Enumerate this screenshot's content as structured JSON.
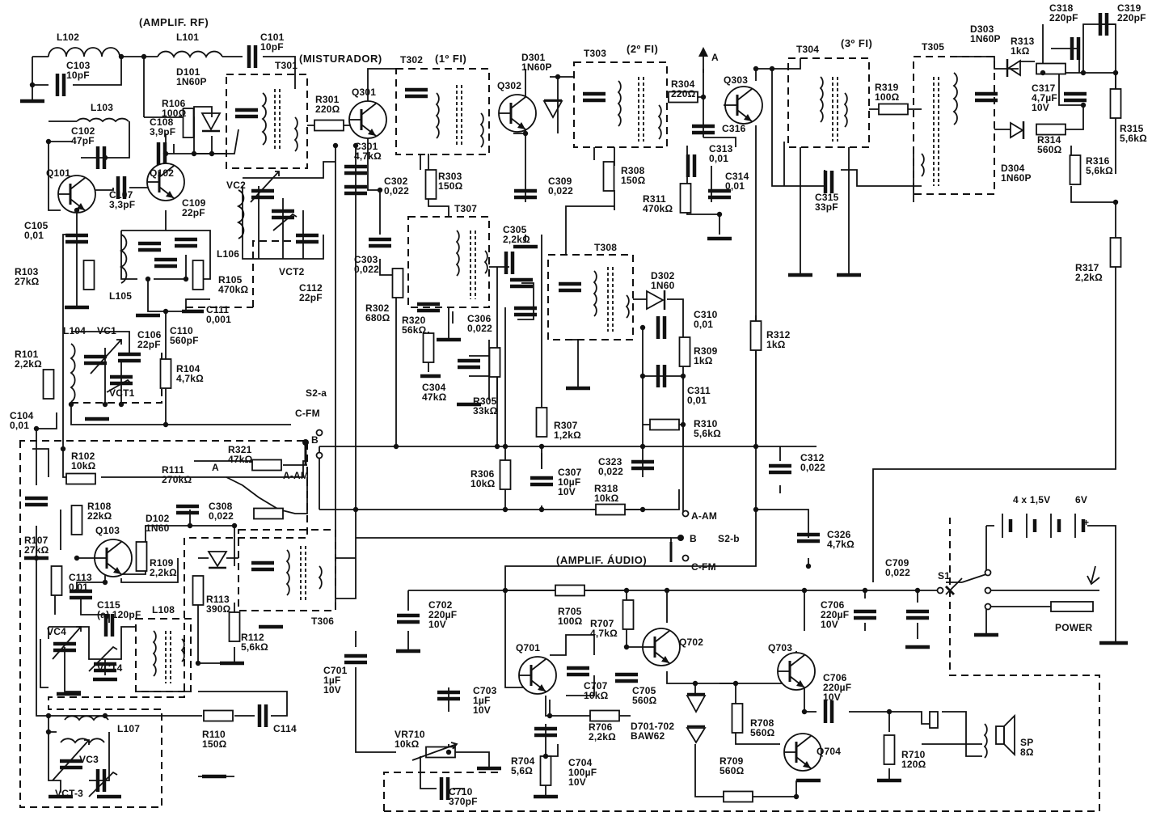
{
  "sections": {
    "rf_amp": "(AMPLIF. RF)",
    "mixer": "(MISTURADOR)",
    "if1": "(1º FI)",
    "if2": "(2º FI)",
    "if3": "(3º FI)",
    "audio_amp": "(AMPLIF. ÁUDIO)"
  },
  "battery": {
    "cells": "4 x 1,5V",
    "voltage": "6V",
    "plus": "+"
  },
  "switch": {
    "s1": "S1",
    "power": "POWER",
    "s2a": "S2-a",
    "s2b": "S2-b",
    "c_fm_top": "C-FM",
    "c_fm_bottom": "C-FM",
    "a_am_top": "A-AM",
    "a_am_bottom": "A-AM",
    "node_b_top": "B",
    "node_b_bottom": "B",
    "node_a_left": "A",
    "node_a_top": "A"
  },
  "components": [
    {
      "id": "L102",
      "lines": [
        "L102"
      ]
    },
    {
      "id": "L101",
      "lines": [
        "L101"
      ]
    },
    {
      "id": "C101",
      "lines": [
        "C101",
        "10pF"
      ]
    },
    {
      "id": "C103",
      "lines": [
        "C103",
        "10pF"
      ]
    },
    {
      "id": "L103",
      "lines": [
        "L103"
      ]
    },
    {
      "id": "C102",
      "lines": [
        "C102",
        "47pF"
      ]
    },
    {
      "id": "D101",
      "lines": [
        "D101",
        "1N60P"
      ]
    },
    {
      "id": "R106",
      "lines": [
        "R106",
        "100Ω"
      ]
    },
    {
      "id": "C108",
      "lines": [
        "C108",
        "3,9pF"
      ]
    },
    {
      "id": "T301",
      "lines": [
        "T301"
      ]
    },
    {
      "id": "R301",
      "lines": [
        "R301",
        "220Ω"
      ]
    },
    {
      "id": "Q301",
      "lines": [
        "Q301"
      ]
    },
    {
      "id": "C301",
      "lines": [
        "C301",
        "4,7kΩ"
      ]
    },
    {
      "id": "T302",
      "lines": [
        "T302"
      ]
    },
    {
      "id": "D301",
      "lines": [
        "D301",
        "1N60P"
      ]
    },
    {
      "id": "Q302",
      "lines": [
        "Q302"
      ]
    },
    {
      "id": "T303",
      "lines": [
        "T303"
      ]
    },
    {
      "id": "R304",
      "lines": [
        "R304",
        "220Ω"
      ]
    },
    {
      "id": "Q303",
      "lines": [
        "Q303"
      ]
    },
    {
      "id": "C316",
      "lines": [
        "C316"
      ]
    },
    {
      "id": "T304",
      "lines": [
        "T304"
      ]
    },
    {
      "id": "R319",
      "lines": [
        "R319",
        "100Ω"
      ]
    },
    {
      "id": "T305",
      "lines": [
        "T305"
      ]
    },
    {
      "id": "D303",
      "lines": [
        "D303",
        "1N60P"
      ]
    },
    {
      "id": "R313",
      "lines": [
        "R313",
        "1kΩ"
      ]
    },
    {
      "id": "C318",
      "lines": [
        "C318",
        "220pF"
      ]
    },
    {
      "id": "C319",
      "lines": [
        "C319",
        "220pF"
      ]
    },
    {
      "id": "C317",
      "lines": [
        "C317",
        "4,7µF",
        "10V"
      ]
    },
    {
      "id": "R314",
      "lines": [
        "R314",
        "560Ω"
      ]
    },
    {
      "id": "D304",
      "lines": [
        "D304",
        "1N60P"
      ]
    },
    {
      "id": "R315",
      "lines": [
        "R315",
        "5,6kΩ"
      ]
    },
    {
      "id": "R316",
      "lines": [
        "R316",
        "5,6kΩ"
      ]
    },
    {
      "id": "R317",
      "lines": [
        "R317",
        "2,2kΩ"
      ]
    },
    {
      "id": "Q101",
      "lines": [
        "Q101"
      ]
    },
    {
      "id": "C107",
      "lines": [
        "C107",
        "3,3pF"
      ]
    },
    {
      "id": "Q102",
      "lines": [
        "Q102"
      ]
    },
    {
      "id": "C109",
      "lines": [
        "C109",
        "22pF"
      ]
    },
    {
      "id": "VC2",
      "lines": [
        "VC2"
      ]
    },
    {
      "id": "C105",
      "lines": [
        "C105",
        "0,01"
      ]
    },
    {
      "id": "R103",
      "lines": [
        "R103",
        "27kΩ"
      ]
    },
    {
      "id": "L106",
      "lines": [
        "L106"
      ]
    },
    {
      "id": "VCT2",
      "lines": [
        "VCT2"
      ]
    },
    {
      "id": "R105",
      "lines": [
        "R105",
        "470kΩ"
      ]
    },
    {
      "id": "L105",
      "lines": [
        "L105"
      ]
    },
    {
      "id": "C112",
      "lines": [
        "C112",
        "22pF"
      ]
    },
    {
      "id": "C111",
      "lines": [
        "C111",
        "0,001"
      ]
    },
    {
      "id": "C110",
      "lines": [
        "C110",
        "560pF"
      ]
    },
    {
      "id": "L104",
      "lines": [
        "L104"
      ]
    },
    {
      "id": "VC1",
      "lines": [
        "VC1"
      ]
    },
    {
      "id": "C106",
      "lines": [
        "C106",
        "22pF"
      ]
    },
    {
      "id": "R101",
      "lines": [
        "R101",
        "2,2kΩ"
      ]
    },
    {
      "id": "R104",
      "lines": [
        "R104",
        "4,7kΩ"
      ]
    },
    {
      "id": "VCT1",
      "lines": [
        "VCT1"
      ]
    },
    {
      "id": "C104",
      "lines": [
        "C104",
        "0,01"
      ]
    },
    {
      "id": "R102",
      "lines": [
        "R102",
        "10kΩ"
      ]
    },
    {
      "id": "R111",
      "lines": [
        "R111",
        "270kΩ"
      ]
    },
    {
      "id": "R321",
      "lines": [
        "R321",
        "47kΩ"
      ]
    },
    {
      "id": "C302",
      "lines": [
        "C302",
        "0,022"
      ]
    },
    {
      "id": "C303",
      "lines": [
        "C303",
        "0,022"
      ]
    },
    {
      "id": "R302",
      "lines": [
        "R302",
        "680Ω"
      ]
    },
    {
      "id": "R303",
      "lines": [
        "R303",
        "150Ω"
      ]
    },
    {
      "id": "T307",
      "lines": [
        "T307"
      ]
    },
    {
      "id": "C305",
      "lines": [
        "C305",
        "2,2kΩ"
      ]
    },
    {
      "id": "R320",
      "lines": [
        "R320",
        "56kΩ"
      ]
    },
    {
      "id": "C306",
      "lines": [
        "C306",
        "0,022"
      ]
    },
    {
      "id": "C304",
      "lines": [
        "C304",
        "47kΩ"
      ]
    },
    {
      "id": "R305",
      "lines": [
        "R305",
        "33kΩ"
      ]
    },
    {
      "id": "C309",
      "lines": [
        "C309",
        "0,022"
      ]
    },
    {
      "id": "R308",
      "lines": [
        "R308",
        "150Ω"
      ]
    },
    {
      "id": "C313",
      "lines": [
        "C313",
        "0,01"
      ]
    },
    {
      "id": "C314",
      "lines": [
        "C314",
        "0,01"
      ]
    },
    {
      "id": "R311",
      "lines": [
        "R311",
        "470kΩ"
      ]
    },
    {
      "id": "C315",
      "lines": [
        "C315",
        "33pF"
      ]
    },
    {
      "id": "T308",
      "lines": [
        "T308"
      ]
    },
    {
      "id": "D302",
      "lines": [
        "D302",
        "1N60"
      ]
    },
    {
      "id": "C310",
      "lines": [
        "C310",
        "0,01"
      ]
    },
    {
      "id": "R309",
      "lines": [
        "R309",
        "1kΩ"
      ]
    },
    {
      "id": "C311",
      "lines": [
        "C311",
        "0,01"
      ]
    },
    {
      "id": "R312",
      "lines": [
        "R312",
        "1kΩ"
      ]
    },
    {
      "id": "R310",
      "lines": [
        "R310",
        "5,6kΩ"
      ]
    },
    {
      "id": "R307",
      "lines": [
        "R307",
        "1,2kΩ"
      ]
    },
    {
      "id": "C323",
      "lines": [
        "C323",
        "0,022"
      ]
    },
    {
      "id": "C312",
      "lines": [
        "C312",
        "0,022"
      ]
    },
    {
      "id": "R306",
      "lines": [
        "R306",
        "10kΩ"
      ]
    },
    {
      "id": "C307",
      "lines": [
        "C307",
        "10µF",
        "10V"
      ]
    },
    {
      "id": "R318",
      "lines": [
        "R318",
        "10kΩ"
      ]
    },
    {
      "id": "C326",
      "lines": [
        "C326",
        "4,7kΩ"
      ]
    },
    {
      "id": "R108",
      "lines": [
        "R108",
        "22kΩ"
      ]
    },
    {
      "id": "C308",
      "lines": [
        "C308",
        "0,022"
      ]
    },
    {
      "id": "D102",
      "lines": [
        "D102",
        "1N60"
      ]
    },
    {
      "id": "Q103",
      "lines": [
        "Q103"
      ]
    },
    {
      "id": "R107",
      "lines": [
        "R107",
        "27kΩ"
      ]
    },
    {
      "id": "C113",
      "lines": [
        "C113",
        "0,01"
      ]
    },
    {
      "id": "R109",
      "lines": [
        "R109",
        "2,2kΩ"
      ]
    },
    {
      "id": "R113",
      "lines": [
        "R113",
        "390Ω"
      ]
    },
    {
      "id": "T306",
      "lines": [
        "T306"
      ]
    },
    {
      "id": "C115",
      "lines": [
        "C115",
        "(a) 120pF"
      ]
    },
    {
      "id": "L108",
      "lines": [
        "L108"
      ]
    },
    {
      "id": "VC4",
      "lines": [
        "VC4"
      ]
    },
    {
      "id": "VCT4",
      "lines": [
        "VCT4"
      ]
    },
    {
      "id": "R112",
      "lines": [
        "R112",
        "5,6kΩ"
      ]
    },
    {
      "id": "R110",
      "lines": [
        "R110",
        "150Ω"
      ]
    },
    {
      "id": "C114",
      "lines": [
        "C114"
      ]
    },
    {
      "id": "L107",
      "lines": [
        "L107"
      ]
    },
    {
      "id": "VC3",
      "lines": [
        "VC3"
      ]
    },
    {
      "id": "VCT3",
      "lines": [
        "VCT-3"
      ]
    },
    {
      "id": "C701",
      "lines": [
        "C701",
        "1µF",
        "10V"
      ]
    },
    {
      "id": "C702",
      "lines": [
        "C702",
        "220µF",
        "10V"
      ]
    },
    {
      "id": "R705",
      "lines": [
        "R705",
        "100Ω"
      ]
    },
    {
      "id": "R707",
      "lines": [
        "R707",
        "4,7kΩ"
      ]
    },
    {
      "id": "Q702",
      "lines": [
        "Q702"
      ]
    },
    {
      "id": "Q701",
      "lines": [
        "Q701"
      ]
    },
    {
      "id": "C707",
      "lines": [
        "C707",
        "10kΩ"
      ]
    },
    {
      "id": "C705",
      "lines": [
        "C705",
        "560Ω"
      ]
    },
    {
      "id": "Q703",
      "lines": [
        "Q703"
      ]
    },
    {
      "id": "C706a",
      "lines": [
        "C706",
        "220µF",
        "10V"
      ]
    },
    {
      "id": "C706b",
      "lines": [
        "C706",
        "220µF",
        "10V"
      ]
    },
    {
      "id": "C709",
      "lines": [
        "C709",
        "0,022"
      ]
    },
    {
      "id": "C703",
      "lines": [
        "C703",
        "1µF",
        "10V"
      ]
    },
    {
      "id": "R706",
      "lines": [
        "R706",
        "2,2kΩ"
      ]
    },
    {
      "id": "D701",
      "lines": [
        "D701-702",
        "BAW62"
      ]
    },
    {
      "id": "R708",
      "lines": [
        "R708",
        "560Ω"
      ]
    },
    {
      "id": "Q704",
      "lines": [
        "Q704"
      ]
    },
    {
      "id": "VR710",
      "lines": [
        "VR710",
        "10kΩ"
      ]
    },
    {
      "id": "C710",
      "lines": [
        "C710",
        "370pF"
      ]
    },
    {
      "id": "R704",
      "lines": [
        "R704",
        "5,6Ω"
      ]
    },
    {
      "id": "C704",
      "lines": [
        "C704",
        "100µF",
        "10V"
      ]
    },
    {
      "id": "R709",
      "lines": [
        "R709",
        "560Ω"
      ]
    },
    {
      "id": "R710",
      "lines": [
        "R710",
        "120Ω"
      ]
    },
    {
      "id": "SP",
      "lines": [
        "SP",
        "8Ω"
      ]
    }
  ]
}
